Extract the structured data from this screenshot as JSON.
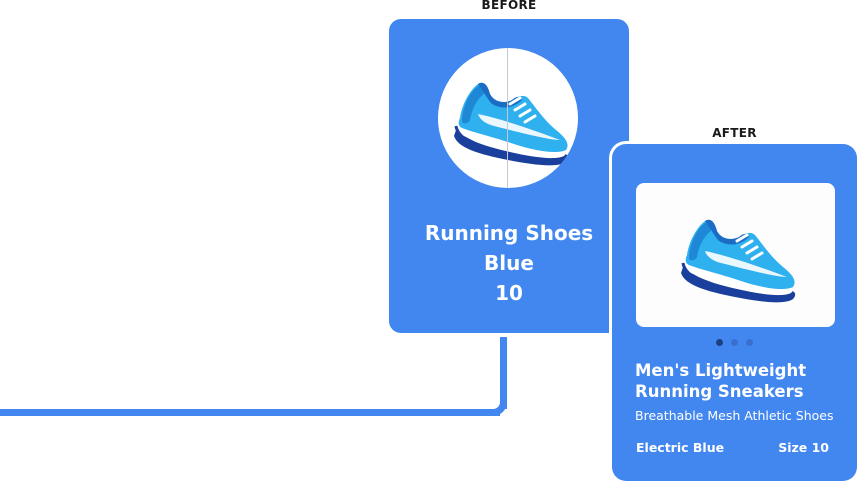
{
  "labels": {
    "before": "BEFORE",
    "after": "AFTER"
  },
  "before_card": {
    "image_icon": "running-shoe-image",
    "name": "Running Shoes",
    "color": "Blue",
    "size": "10"
  },
  "after_card": {
    "image_icon": "running-shoe-image",
    "carousel": {
      "total": 3,
      "active_index": 0
    },
    "title": "Men's Lightweight Running Sneakers",
    "subtitle": "Breathable Mesh Athletic Shoes",
    "color": "Electric Blue",
    "size": "Size 10"
  },
  "colors": {
    "card_blue": "#4287f0",
    "dot_active": "#1c3f80",
    "dot_inactive": "#3b6fcf",
    "shoe_light": "#2fb0ef",
    "shoe_mid": "#1e88d6",
    "shoe_dark": "#1a3f9c"
  }
}
